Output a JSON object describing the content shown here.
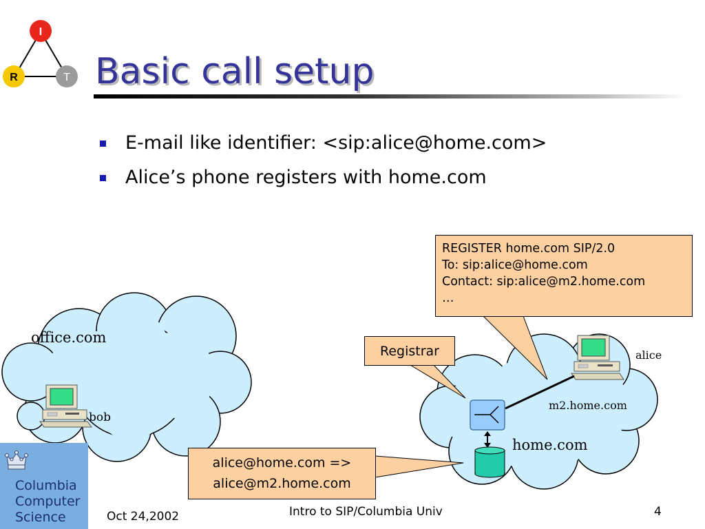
{
  "slide": {
    "title": "Basic call setup",
    "bullets": [
      "E-mail like identifier: <sip:alice@home.com>",
      "Alice’s phone registers with home.com"
    ]
  },
  "logo_irt": {
    "top": "I",
    "left": "R",
    "right": "T"
  },
  "diagram": {
    "register_message": [
      "REGISTER home.com SIP/2.0",
      "To: sip:alice@home.com",
      "Contact: sip:alice@m2.home.com",
      "…"
    ],
    "registrar_label": "Registrar",
    "database_mapping": [
      "alice@home.com =>",
      "alice@m2.home.com"
    ],
    "office_domain": "office.com",
    "bob_label": "bob",
    "alice_label": "alice",
    "alice_host": "m2.home.com",
    "home_domain": "home.com"
  },
  "university_logo": {
    "lines": [
      "Columbia",
      "Computer",
      "Science"
    ]
  },
  "footer": {
    "date": "Oct 24,2002",
    "center": "Intro to SIP/Columbia Univ",
    "page": "4"
  },
  "colors": {
    "title": "#333399",
    "bullet": "#1a1ab0",
    "cloud_fill": "#cceeff",
    "callout_fill": "#fdd0a2",
    "irt_red": "#e8261c",
    "irt_yellow": "#f5c800",
    "irt_gray": "#9b9b9b",
    "database_fill": "#22ccaa",
    "columbia_blue": "#7aaee0"
  }
}
